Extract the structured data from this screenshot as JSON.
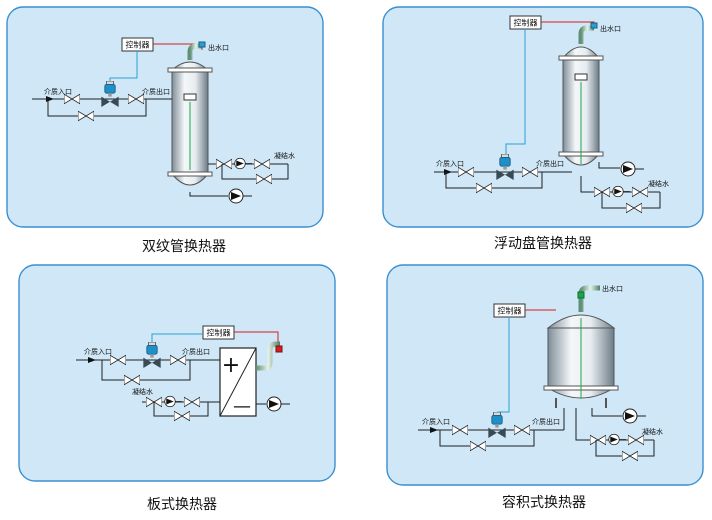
{
  "panels": [
    {
      "caption": "双纹管换热器",
      "controller": "控制器",
      "labels": {
        "inlet": "介质入口",
        "outlet": "介质出口",
        "condensate": "凝结水",
        "water_outlet": "出水口"
      }
    },
    {
      "caption": "浮动盘管换热器",
      "controller": "控制器",
      "labels": {
        "inlet": "介质入口",
        "outlet": "介质出口",
        "condensate": "凝结水",
        "water_outlet": "出水口"
      }
    },
    {
      "caption": "板式换热器",
      "controller": "控制器",
      "labels": {
        "inlet": "介质入口",
        "outlet": "介质出口",
        "condensate": "凝结水",
        "plus": "+",
        "minus": "—"
      }
    },
    {
      "caption": "容积式换热器",
      "controller": "控制器",
      "labels": {
        "inlet": "介质入口",
        "outlet": "介质出口",
        "condensate": "凝结水",
        "water_outlet": "出水口"
      }
    }
  ],
  "colors": {
    "panel_bg": "#cfe7f6",
    "panel_border": "#3a8fd0",
    "signal_blue": "#2a9fd6",
    "signal_red": "#d81e1e",
    "steam_green": "#1aa84a"
  }
}
